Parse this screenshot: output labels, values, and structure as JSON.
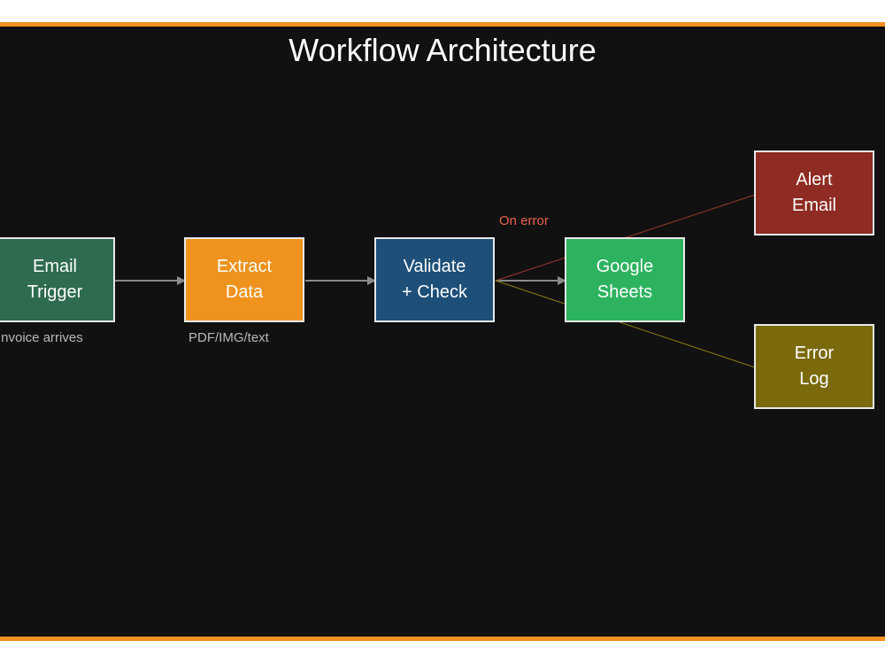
{
  "diagram": {
    "title": "Workflow Architecture",
    "nodes": [
      {
        "id": "email-trigger",
        "label": "Email\nTrigger",
        "color": "#2e6b4f",
        "caption": "Invoice arrives"
      },
      {
        "id": "extract-data",
        "label": "Extract\nData",
        "color": "#f0921e",
        "caption": "PDF/IMG/text"
      },
      {
        "id": "validate-check",
        "label": "Validate\n+ Check",
        "color": "#1d4f78",
        "caption": ""
      },
      {
        "id": "google-sheets",
        "label": "Google\nSheets",
        "color": "#2db35f",
        "caption": ""
      },
      {
        "id": "alert-email",
        "label": "Alert\nEmail",
        "color": "#8e2b22",
        "caption": ""
      },
      {
        "id": "error-log",
        "label": "Error\nLog",
        "color": "#7a6a0b",
        "caption": ""
      }
    ],
    "edges": [
      {
        "from": "email-trigger",
        "to": "extract-data",
        "label": ""
      },
      {
        "from": "extract-data",
        "to": "validate-check",
        "label": ""
      },
      {
        "from": "validate-check",
        "to": "google-sheets",
        "label": ""
      },
      {
        "from": "validate-check",
        "to": "alert-email",
        "label": "On error"
      },
      {
        "from": "validate-check",
        "to": "error-log",
        "label": ""
      }
    ],
    "colors": {
      "background": "#111111",
      "frame_accent": "#f0921e",
      "arrow": "#8a8a8a",
      "error_line": "#9b3a2c",
      "log_line": "#8a7a10",
      "error_text": "#e8604c"
    }
  }
}
